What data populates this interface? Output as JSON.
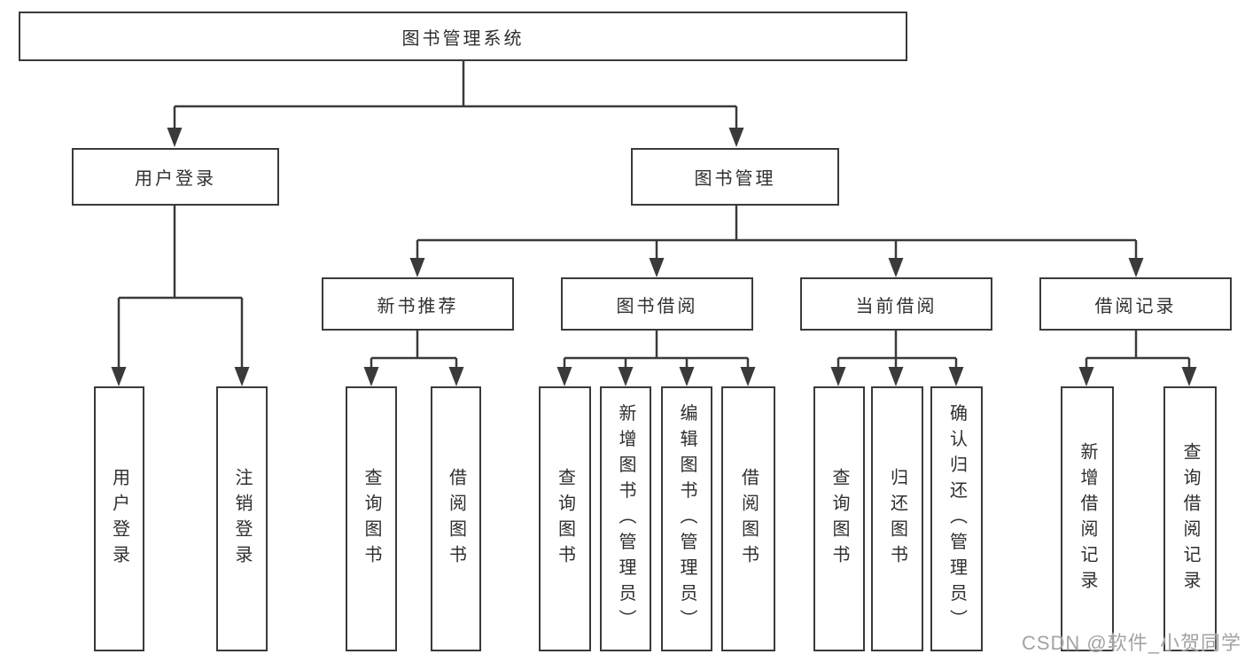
{
  "diagram": {
    "root": {
      "label": "图书管理系统"
    },
    "branches": [
      {
        "label": "用户登录",
        "children": [
          {
            "label": "用户登录"
          },
          {
            "label": "注销登录"
          }
        ]
      },
      {
        "label": "图书管理",
        "children": [
          {
            "label": "新书推荐",
            "children": [
              {
                "label": "查询图书"
              },
              {
                "label": "借阅图书"
              }
            ]
          },
          {
            "label": "图书借阅",
            "children": [
              {
                "label": "查询图书"
              },
              {
                "label": "新增图书（管理员）"
              },
              {
                "label": "编辑图书（管理员）"
              },
              {
                "label": "借阅图书"
              }
            ]
          },
          {
            "label": "当前借阅",
            "children": [
              {
                "label": "查询图书"
              },
              {
                "label": "归还图书"
              },
              {
                "label": "确认归还（管理员）"
              }
            ]
          },
          {
            "label": "借阅记录",
            "children": [
              {
                "label": "新增借阅记录"
              },
              {
                "label": "查询借阅记录"
              }
            ]
          }
        ]
      }
    ]
  },
  "watermark": {
    "text": "CSDN @软件_小贺同学"
  },
  "colors": {
    "line": "#3a3a3a",
    "text": "#2f2f2f",
    "background": "#ffffff",
    "watermark": "#a3a3a3"
  }
}
